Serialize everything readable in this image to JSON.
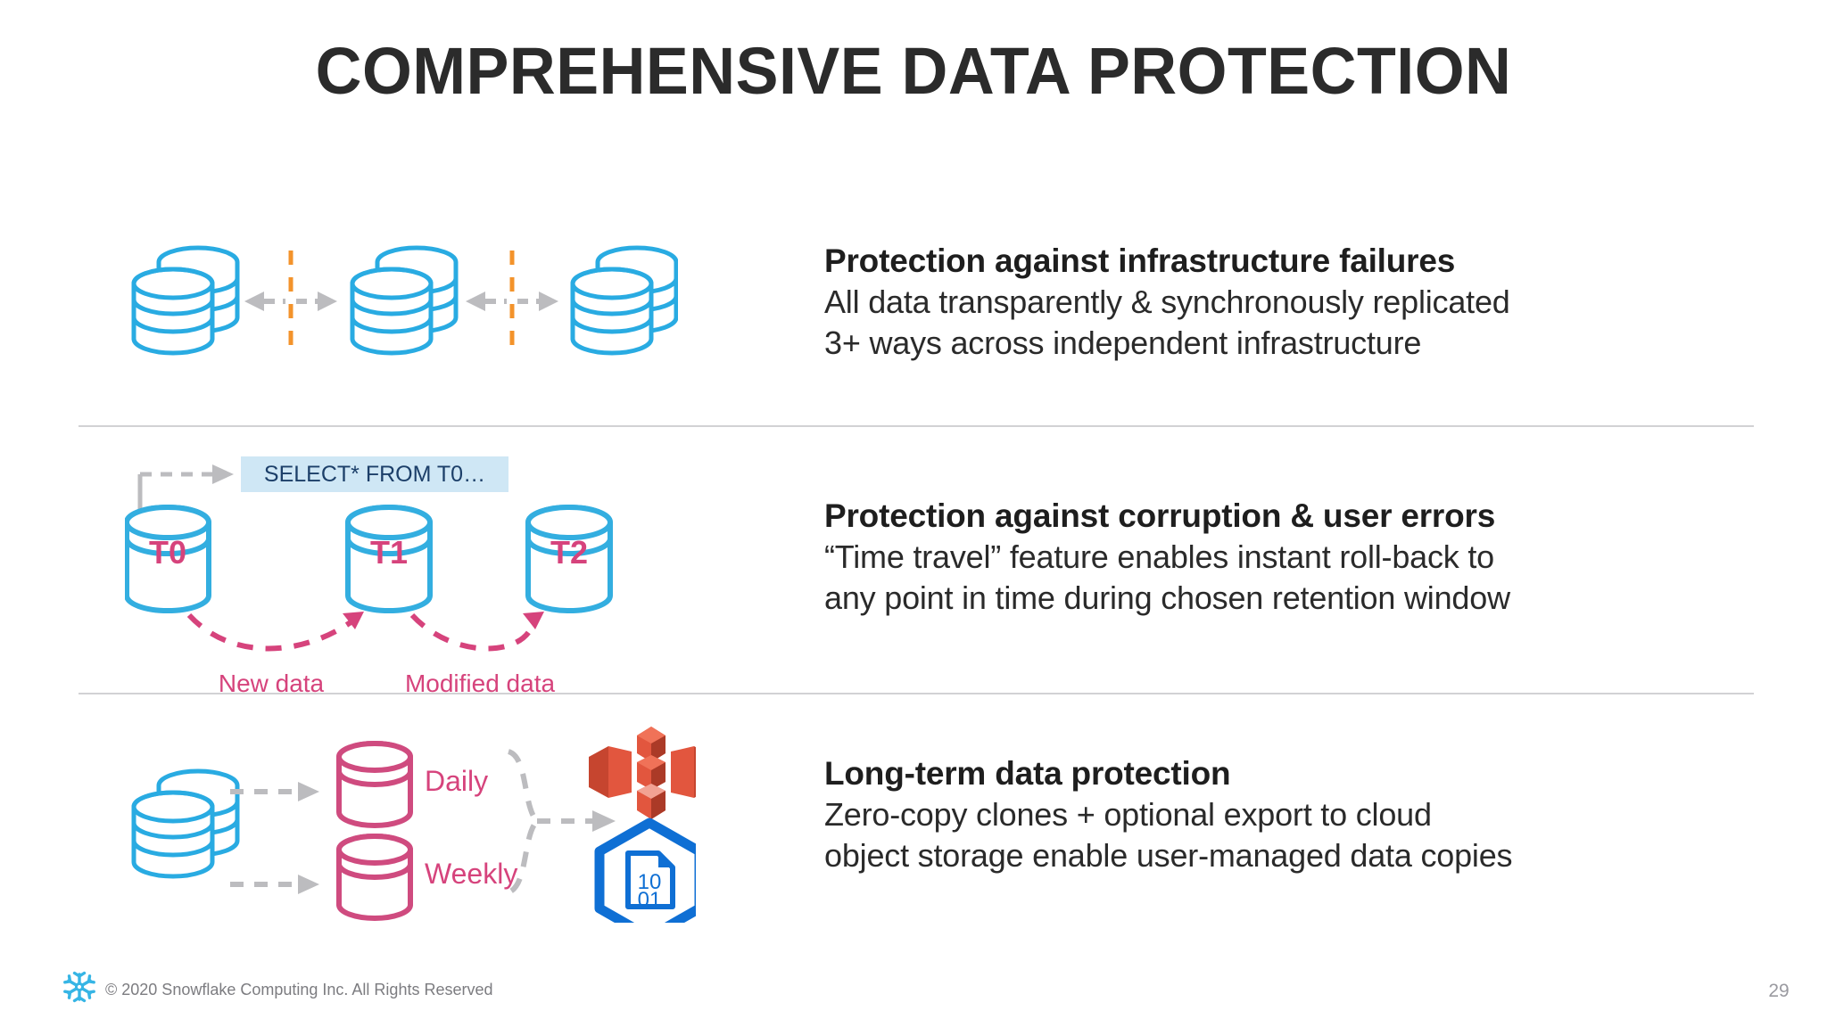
{
  "slide": {
    "title": "COMPREHENSIVE DATA PROTECTION",
    "page_number": "29"
  },
  "colors": {
    "brand_blue": "#29abe2",
    "accent_pink": "#d04a80",
    "arrow_gray": "#bcbcbf",
    "divider_gray": "#d2d2d4",
    "orange_dash": "#f3932b",
    "title_dark": "#2b2b2b",
    "s3_red": "#d84a38",
    "azure_blue": "#0f6fd4",
    "sql_box_bg": "#cfe7f5",
    "sql_box_text": "#1c3f69"
  },
  "rows": [
    {
      "heading": "Protection against infrastructure failures",
      "lines": [
        "All data transparently & synchronously replicated",
        "3+ ways across independent infrastructure"
      ],
      "diagram": {
        "name": "replication-diagram",
        "nodes": [
          "database-stack",
          "database-stack",
          "database-stack"
        ],
        "separators": [
          "orange-dashed-divider",
          "orange-dashed-divider"
        ],
        "connectors": [
          "bidirectional-dashed-arrow",
          "bidirectional-dashed-arrow"
        ]
      }
    },
    {
      "heading": "Protection against corruption & user errors",
      "lines": [
        "“Time travel” feature enables instant roll-back to",
        "any point in time during chosen retention window"
      ],
      "diagram": {
        "name": "time-travel-diagram",
        "query_label": "SELECT* FROM T0…",
        "nodes": [
          {
            "label": "T0"
          },
          {
            "label": "T1"
          },
          {
            "label": "T2"
          }
        ],
        "transitions": [
          {
            "label": "New data"
          },
          {
            "label": "Modified data"
          }
        ]
      }
    },
    {
      "heading": "Long-term data protection",
      "lines": [
        "Zero-copy clones + optional export to cloud",
        "object storage enable user-managed data copies"
      ],
      "diagram": {
        "name": "long-term-protection-diagram",
        "source": "database-stack",
        "clones": [
          {
            "label": "Daily"
          },
          {
            "label": "Weekly"
          }
        ],
        "targets": [
          "aws-s3-icon",
          "azure-blob-storage-icon"
        ],
        "azure_icon_digits": [
          "10",
          "01"
        ]
      }
    }
  ],
  "footer": {
    "logo": "snowflake-logo",
    "copyright": "© 2020 Snowflake Computing Inc. All Rights Reserved"
  }
}
